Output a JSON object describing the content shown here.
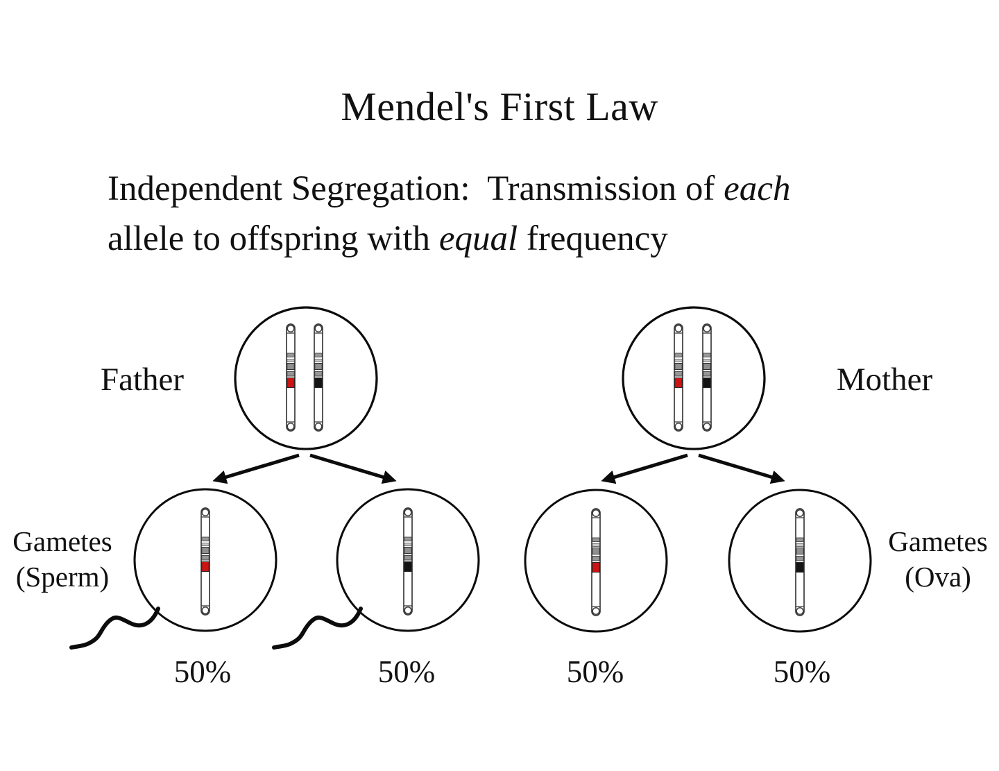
{
  "title": "Mendel's First Law",
  "subtitle": {
    "line1_pre": "Independent Segregation:  Transmission of ",
    "line1_italic": "each",
    "line2_pre": "allele to offspring with ",
    "line2_italic": "equal",
    "line2_post": " frequency"
  },
  "colors": {
    "background": "#ffffff",
    "text": "#111111",
    "line": "#0c0c0c",
    "red_allele": "#cc1414",
    "black_allele": "#141414",
    "band_gray": "#919191"
  },
  "figure": {
    "father": {
      "label": "Father",
      "chromosomes": [
        {
          "band": "#cc1414"
        },
        {
          "band": "#141414"
        }
      ]
    },
    "mother": {
      "label": "Mother",
      "chromosomes": [
        {
          "band": "#cc1414"
        },
        {
          "band": "#141414"
        }
      ]
    },
    "gametes": [
      {
        "parent": "father",
        "type": "sperm",
        "band": "#cc1414",
        "probability": "50%"
      },
      {
        "parent": "father",
        "type": "sperm",
        "band": "#141414",
        "probability": "50%"
      },
      {
        "parent": "mother",
        "type": "ovum",
        "band": "#cc1414",
        "probability": "50%"
      },
      {
        "parent": "mother",
        "type": "ovum",
        "band": "#141414",
        "probability": "50%"
      }
    ],
    "sperm_label": "Gametes\n(Sperm)",
    "ova_label": "Gametes\n(Ova)"
  }
}
